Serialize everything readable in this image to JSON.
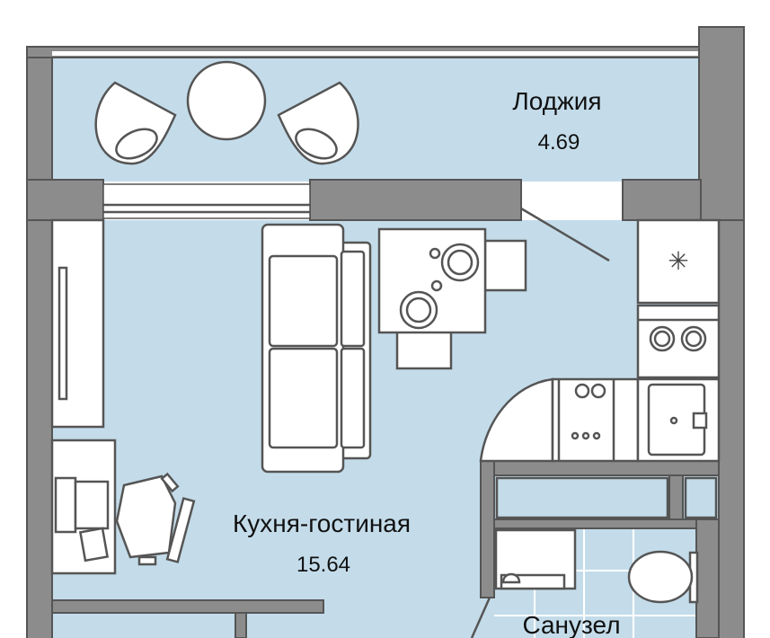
{
  "rooms": {
    "loggia": {
      "name": "Лоджия",
      "area": "4.69"
    },
    "kitchen_living": {
      "name": "Кухня-гостиная",
      "area": "15.64"
    },
    "bathroom": {
      "name": "Санузел"
    }
  },
  "colors": {
    "floor": "#c4dcea",
    "wall": "#8c8c8c",
    "outline": "#555555"
  }
}
